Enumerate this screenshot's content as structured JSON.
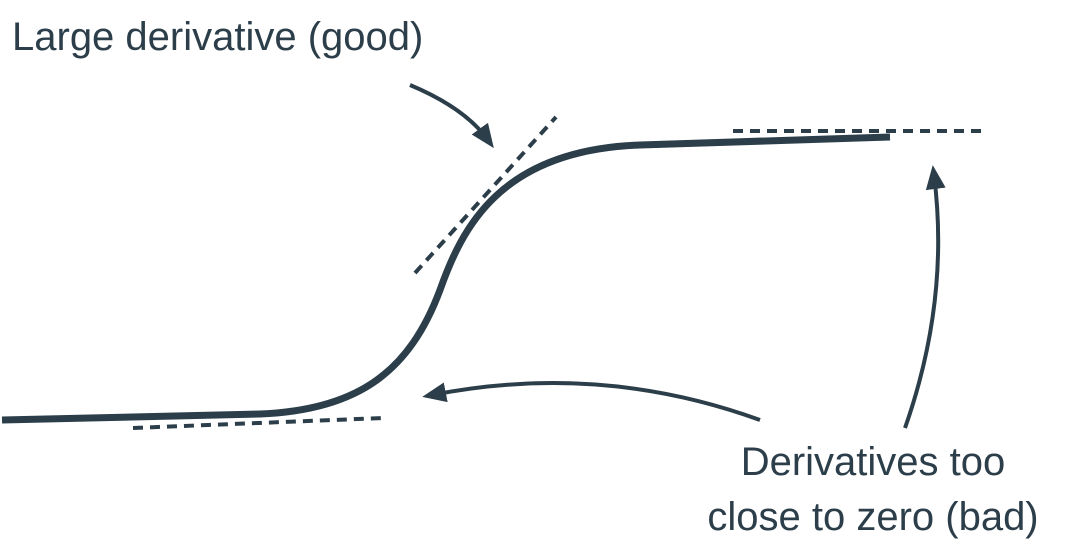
{
  "labels": {
    "good": "Large derivative (good)",
    "bad_line1": "Derivatives too",
    "bad_line2": "close to zero (bad)"
  },
  "colors": {
    "ink": "#2c3e4a",
    "background": "#ffffff"
  }
}
